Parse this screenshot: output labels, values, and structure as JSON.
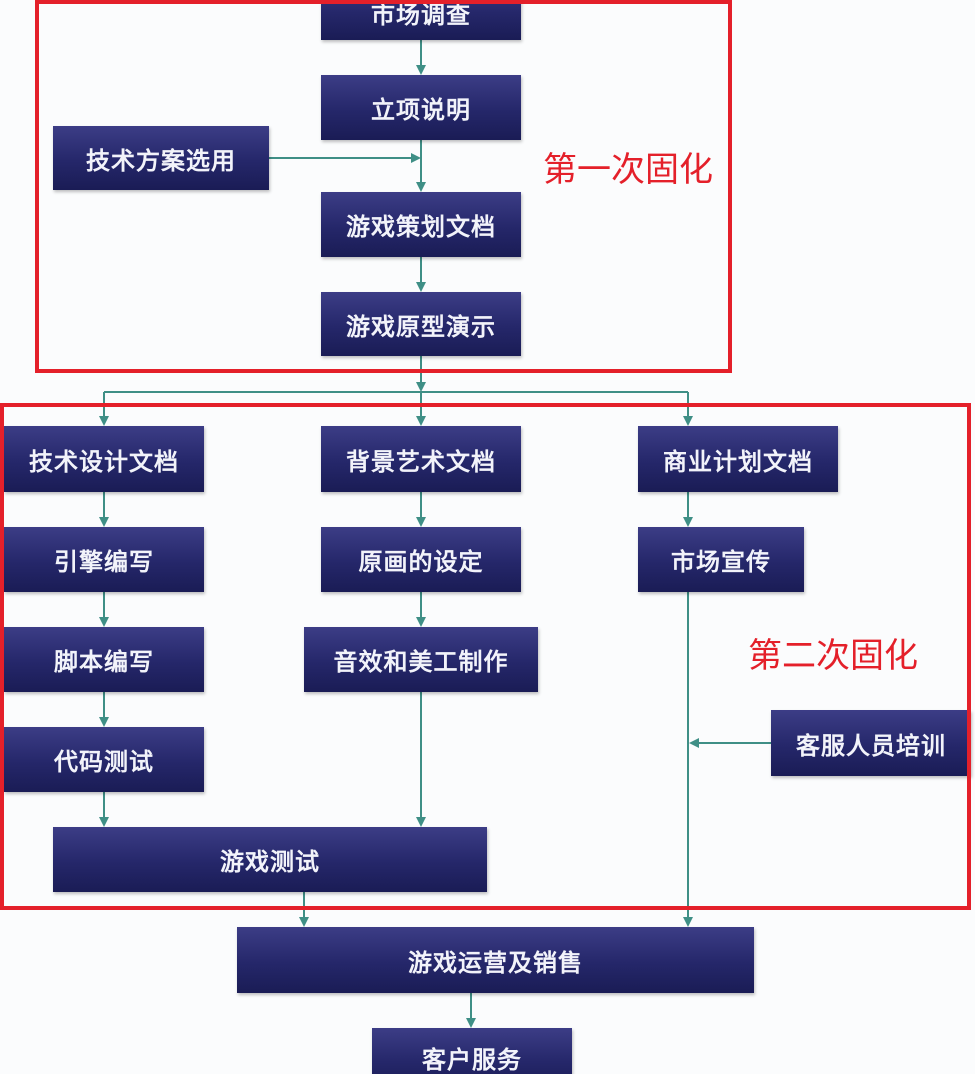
{
  "colors": {
    "node_fill": "#25276a",
    "node_text": "#f2f3fa",
    "connector": "#3f8f86",
    "region_outline": "#e4202a"
  },
  "regions": {
    "first": {
      "label": "第一次固化"
    },
    "second": {
      "label": "第二次固化"
    }
  },
  "nodes": {
    "market_research": "市场调查",
    "project_statement": "立项说明",
    "tech_solution_selection": "技术方案选用",
    "game_design_doc": "游戏策划文档",
    "prototype_demo": "游戏原型演示",
    "tech_design_doc": "技术设计文档",
    "background_art_doc": "背景艺术文档",
    "business_plan_doc": "商业计划文档",
    "engine_coding": "引擎编写",
    "concept_art_setting": "原画的设定",
    "marketing": "市场宣传",
    "script_coding": "脚本编写",
    "audio_art_production": "音效和美工制作",
    "code_testing": "代码测试",
    "customer_service_training": "客服人员培训",
    "game_testing": "游戏测试",
    "operations_sales": "游戏运营及销售",
    "customer_service": "客户服务"
  }
}
